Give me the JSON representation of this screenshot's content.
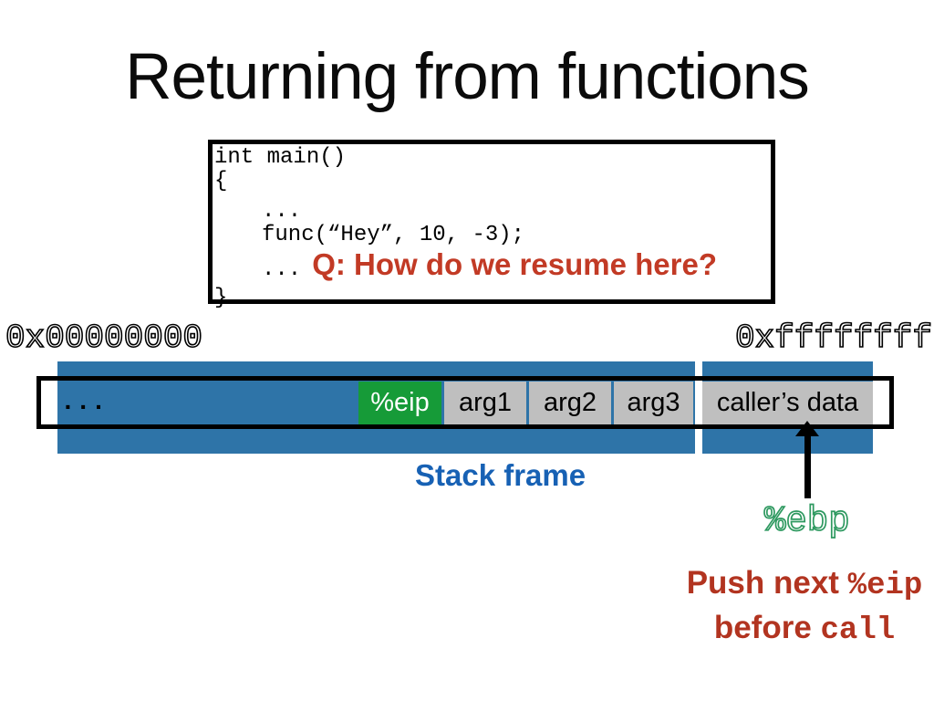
{
  "slide": {
    "title": "Returning from functions",
    "code": {
      "line1": "int main()",
      "line2": "{",
      "line3_dots": "...",
      "line4": "func(“Hey”, 10, -3);",
      "line5_dots": "...",
      "line5_question": "Q: How do we resume here?",
      "line6": "}"
    },
    "memory": {
      "address_low": "0x00000000",
      "address_high": "0xffffffff",
      "cells": {
        "dots": "...",
        "eip": "%eip",
        "arg1": "arg1",
        "arg2": "arg2",
        "arg3": "arg3",
        "callers_data": "caller’s data"
      },
      "stack_frame_label": "Stack frame",
      "ebp_label": "%ebp"
    },
    "annotation": {
      "line1_text": "Push next ",
      "line1_code": "%eip",
      "line2_text": "before ",
      "line2_code": "call"
    },
    "colors": {
      "bar_blue": "#2e74a8",
      "eip_green": "#169b38",
      "cell_gray": "#bfbfbf",
      "stack_frame_blue": "#1761b4",
      "ebp_green": "#2e9960",
      "question_red": "#c23a25",
      "annotation_red": "#b23420"
    }
  }
}
